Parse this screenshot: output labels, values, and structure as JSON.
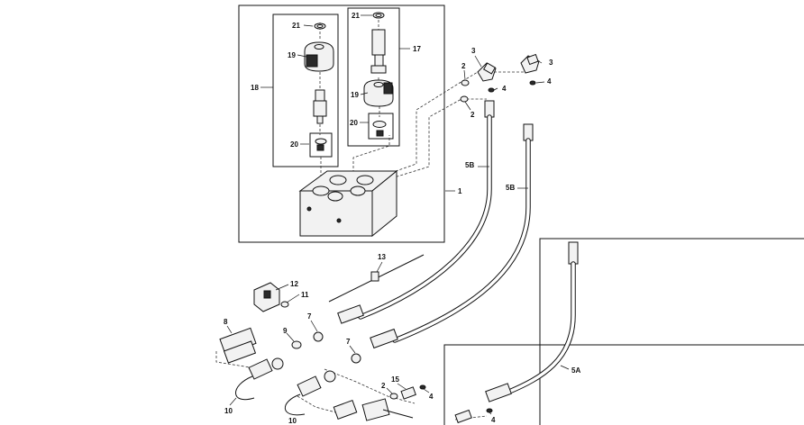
{
  "callouts": {
    "c1": "1",
    "c2a": "2",
    "c2b": "2",
    "c2c": "2",
    "c3a": "3",
    "c3b": "3",
    "c4a": "4",
    "c4b": "4",
    "c4c": "4",
    "c4d": "4",
    "c5a": "5A",
    "c5ba": "5B",
    "c5bb": "5B",
    "c7a": "7",
    "c7b": "7",
    "c8": "8",
    "c9": "9",
    "c10a": "10",
    "c10b": "10",
    "c11": "11",
    "c12": "12",
    "c13": "13",
    "c15": "15",
    "c17": "17",
    "c18": "18",
    "c19a": "19",
    "c19b": "19",
    "c20a": "20",
    "c20b": "20",
    "c21a": "21",
    "c21b": "21"
  }
}
